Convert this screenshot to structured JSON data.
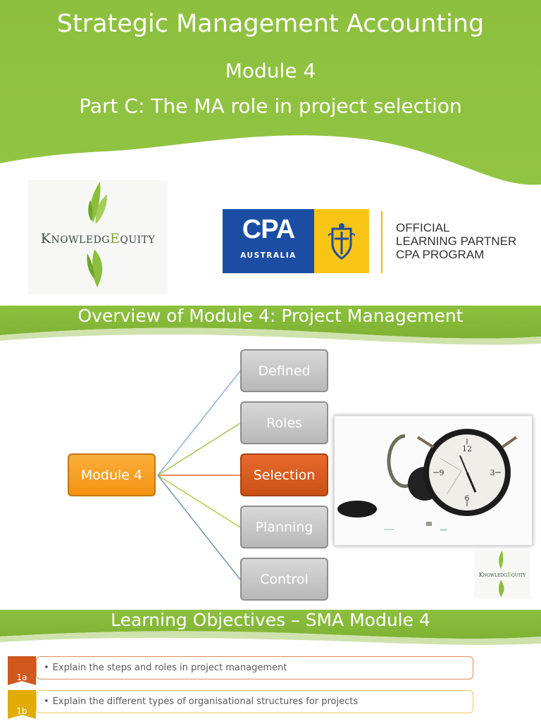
{
  "slide1": {
    "title": "Strategic Management Accounting",
    "subtitle1": "Module 4",
    "subtitle2": "Part C: The MA role in project selection",
    "knowledgequity_logo": {
      "text_k": "K",
      "text_nowledg": "NOWLEDG",
      "text_e": "E",
      "text_quity": "QUITY"
    },
    "cpa_logo": {
      "main": "CPA",
      "sub": "AUSTRALIA",
      "partner_lines": [
        "OFFICIAL",
        "LEARNING PARTNER",
        "CPA PROGRAM"
      ]
    }
  },
  "slide2": {
    "title": "Overview of Module 4: Project Management",
    "root": "Module 4",
    "branches": [
      "Defined",
      "Roles",
      "Selection",
      "Planning",
      "Control"
    ],
    "highlighted": "Selection"
  },
  "slide3": {
    "title": "Learning Objectives – SMA Module 4",
    "bullet_glyph": "•",
    "objectives": [
      {
        "id": "1a",
        "text": "Explain the steps and roles in project management",
        "color": "#d0581c"
      },
      {
        "id": "1b",
        "text": "Explain the different types of organisational structures for projects",
        "color": "#e2ac07"
      }
    ]
  },
  "colors": {
    "green": "#8cbe3c",
    "green_dark": "#76a82a",
    "orange": "#f39a1b",
    "orange_red": "#d9591c",
    "cpa_blue": "#1b4ea3",
    "cpa_yellow": "#f9c514"
  }
}
